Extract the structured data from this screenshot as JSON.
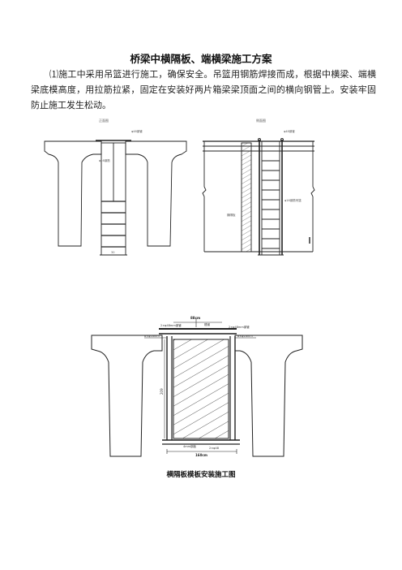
{
  "document": {
    "title": "桥梁中横隔板、端横梁施工方案",
    "paragraph": "⑴施工中采用吊篮进行施工，确保安全。吊篮用钢筋焊接而成，根据中横梁、端横梁底模高度，用拉筋拉紧，固定在安装好两片箱梁梁顶面之间的横向钢管上。安装牢固防止施工发生松动。",
    "figure_caption": "横隔板模板安装施工图"
  },
  "fig1": {
    "label_top": "正面图",
    "label_top_right": "φ48钢管",
    "label_mid": "φ16钢筋",
    "label_bottom": "30"
  },
  "fig2": {
    "label_top": "侧面图",
    "label_top_right": "φ48钢管",
    "label_right": "φ16钢筋吊篮",
    "label_left": "横隔板"
  },
  "fig3": {
    "dim_top": "88cm",
    "label_steel": "槽钢",
    "label_left_pipe": "2×φ48mm钢管",
    "label_right_pipe": "2×φ48mm钢管",
    "label_left_bolt": "8×φ16mm",
    "label_right_bolt": "8×φ16mm",
    "dim_height": "209",
    "label_bottom_left": "4mm钢板",
    "label_bottom_right": "2×φ48",
    "dim_bottom": "160cm"
  }
}
